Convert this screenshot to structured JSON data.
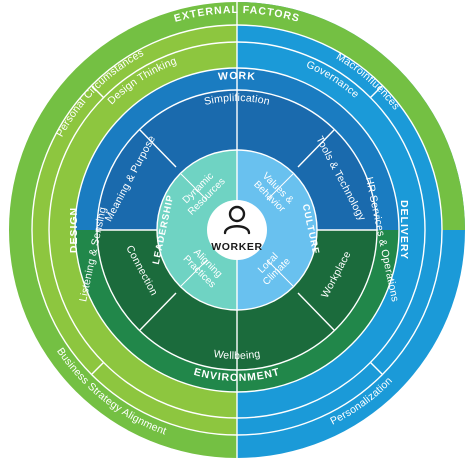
{
  "center": {
    "icon": "person-icon",
    "label": "WORKER"
  },
  "quadrant_labels": {
    "leadership": "LEADERSHIP",
    "culture": "CULTURE"
  },
  "core_labels": {
    "dynamic_resources": [
      "Dynamic",
      "Resources"
    ],
    "values_behavior": [
      "Values &",
      "Behavior"
    ],
    "aligning_practices": [
      "Aligning",
      "Practices"
    ],
    "local_climate": [
      "Local",
      "Climate"
    ]
  },
  "ring_labels": {
    "work": "WORK",
    "environment": "ENVIRONMENT",
    "simplification": "Simplification",
    "tools_technology": "Tools & Technology",
    "meaning_purpose": "Meaning & Purpose",
    "connection": "Connection",
    "workplace": "Workplace",
    "wellbeing": "Wellbeing"
  },
  "outer_labels": {
    "external_factors": "EXTERNAL FACTORS",
    "design": "DESIGN",
    "delivery": "DELIVERY",
    "personal_circumstances": "Personal Circumstances",
    "macroinfluences": "Macroinfluences",
    "design_thinking": "Design Thinking",
    "governance": "Governance",
    "listening_sensing": "Listening & Sensing",
    "hr_services": "HR Services & Operations",
    "business_strategy": "Business Strategy Alignment",
    "personalization": "Personalization"
  },
  "colors": {
    "outer_green": "#74c043",
    "light_green": "#8dc63f",
    "outer_blue": "#1b9ad8",
    "mid_blue": "#1a7cc1",
    "mid_green": "#21874a",
    "dark_green": "#1b6b3c",
    "core_teal": "#5bc8b8",
    "core_blue": "#59b4e8",
    "core_leadership": "#6fd3c3",
    "core_culture": "#69c1ef"
  }
}
